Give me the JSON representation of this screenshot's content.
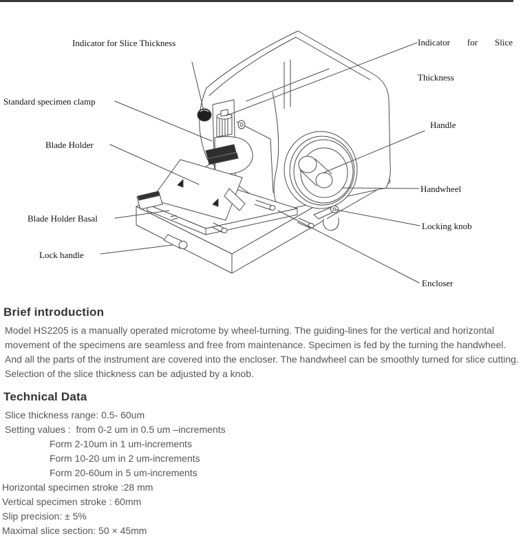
{
  "diagram": {
    "labels": {
      "indicator_left": "Indicator for Slice Thickness",
      "indicator_right_words": [
        "Indicator",
        "for",
        "Slice"
      ],
      "indicator_right_line2": "Thickness",
      "standard_specimen_clamp": "Standard specimen clamp",
      "blade_holder": "Blade Holder",
      "blade_holder_basal": "Blade Holder Basal",
      "lock_handle": "Lock handle",
      "handle": "Handle",
      "handwheel": "Handwheel",
      "locking_knob": "Locking knob",
      "encloser": "Encloser"
    },
    "line_color": "#4a4a4a"
  },
  "brief_introduction": {
    "heading": "Brief introduction",
    "lines": [
      "Model HS2205 is a manually operated microtome by wheel-turning. The guiding-lines for the vertical and horizontal",
      "movement of the specimens are seamless and free from maintenance. Specimen is fed by the turning the handwheel.",
      "And all the parts of the instrument are covered into the encloser. The handwheel can be smoothly turned for slice cutting.",
      "Selection of the slice thickness can be adjusted by a knob."
    ]
  },
  "technical_data": {
    "heading": "Technical Data",
    "lines": [
      "Slice thickness range: 0.5- 60um",
      "Setting values :  from 0-2 um in 0.5 um –increments",
      "Form 2-10um in 1 um-increments",
      "Form 10-20 um in 2 um-increments",
      "Form 20-60um in 5 um-increments",
      "Horizontal specimen stroke :28 mm",
      "Vertical specimen stroke : 60mm",
      "Slip precision: ± 5%",
      "Maximal slice section: 50 × 45mm"
    ]
  }
}
